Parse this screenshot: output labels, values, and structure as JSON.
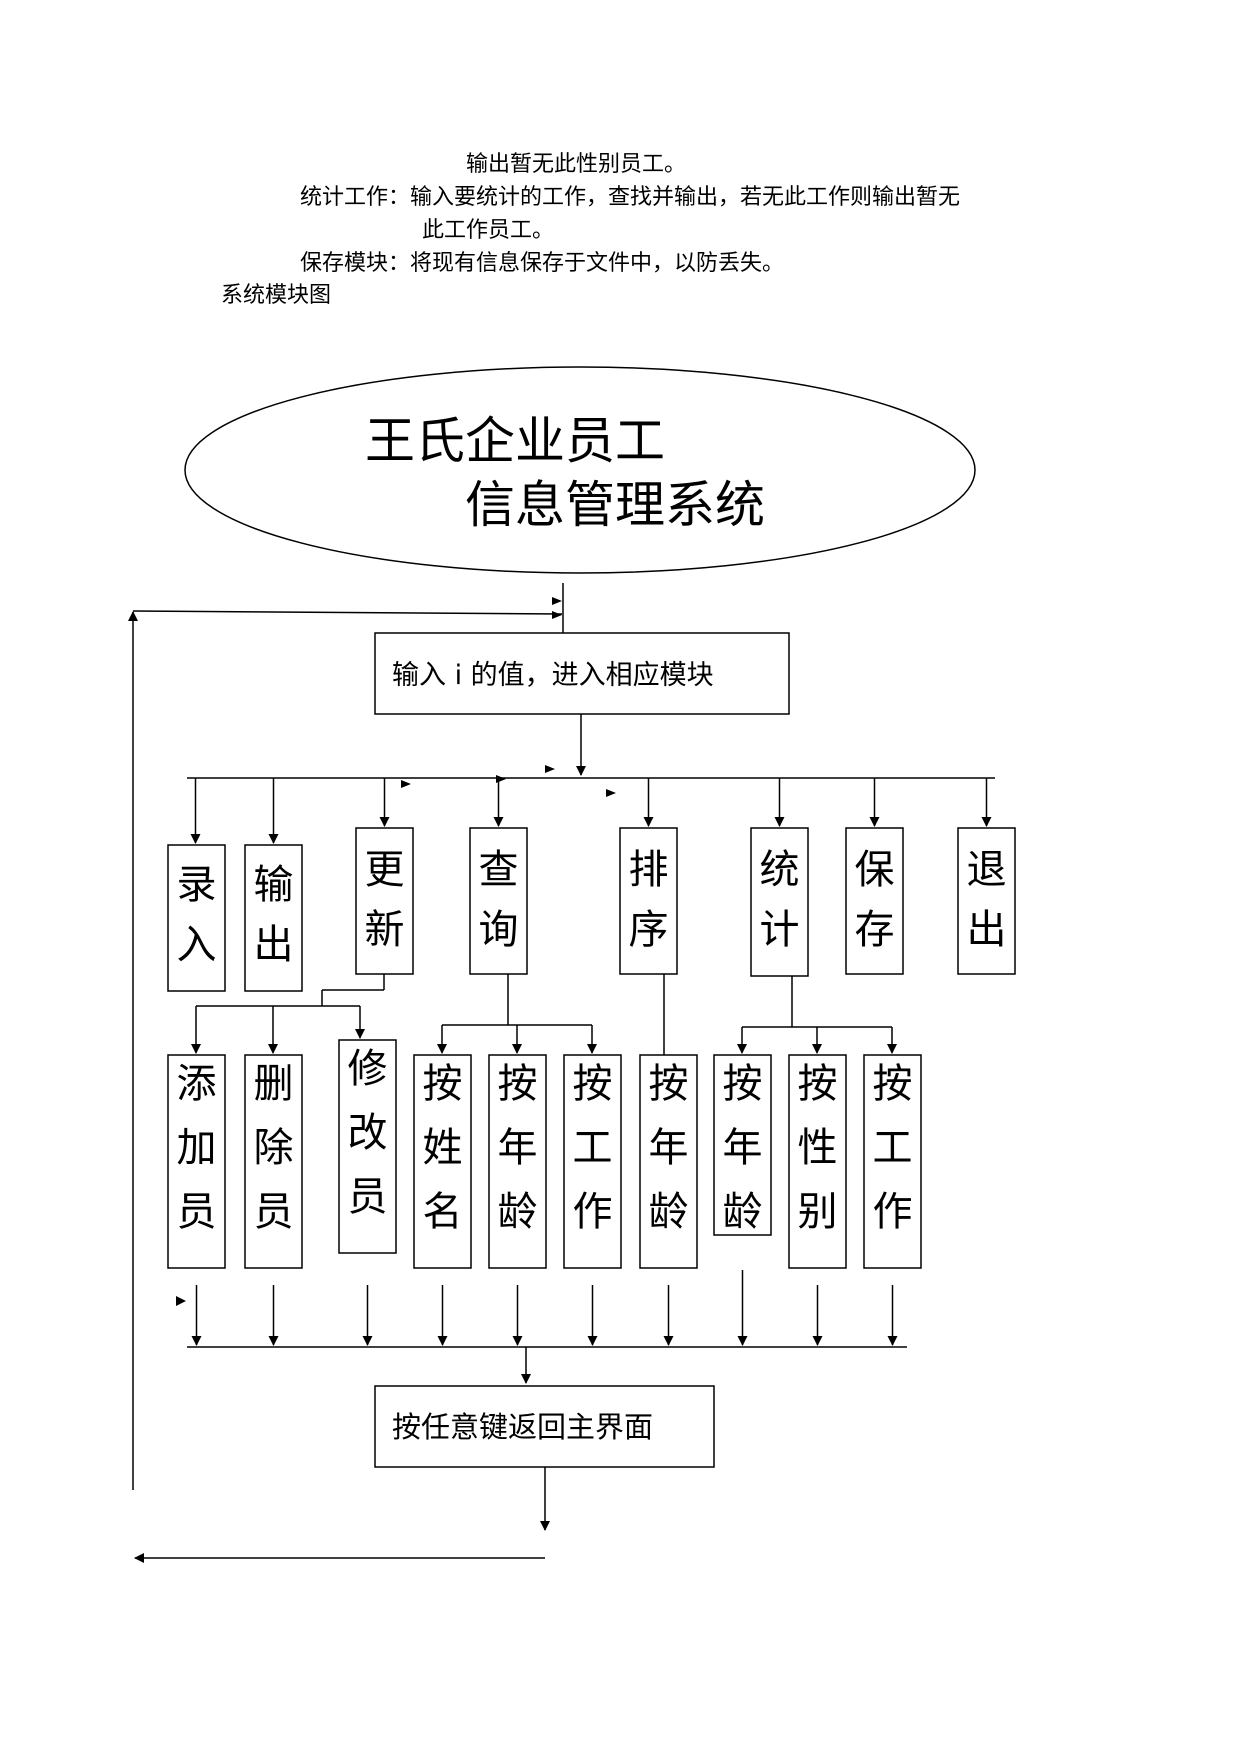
{
  "text_lines": [
    "输出暂无此性别员工。",
    "统计工作：输入要统计的工作，查找并输出，若无此工作则输出暂无",
    "此工作员工。",
    "保存模块：将现有信息保存于文件中，以防丢失。",
    "系统模块图"
  ],
  "diagram": {
    "title_line1": "王氏企业员工",
    "title_line2": "信息管理系统",
    "input_box": "输入 i 的值，进入相应模块",
    "return_box": "按任意键返回主界面",
    "modules": [
      {
        "label": "录入",
        "chars": [
          "录",
          "入"
        ]
      },
      {
        "label": "输出",
        "chars": [
          "输",
          "出"
        ]
      },
      {
        "label": "更新",
        "chars": [
          "更",
          "新"
        ]
      },
      {
        "label": "查询",
        "chars": [
          "查",
          "询"
        ]
      },
      {
        "label": "排序",
        "chars": [
          "排",
          "序"
        ]
      },
      {
        "label": "统计",
        "chars": [
          "统",
          "计"
        ]
      },
      {
        "label": "保存",
        "chars": [
          "保",
          "存"
        ]
      },
      {
        "label": "退出",
        "chars": [
          "退",
          "出"
        ]
      }
    ],
    "submodules": [
      {
        "label": "添加员",
        "chars": [
          "添",
          "加",
          "员"
        ]
      },
      {
        "label": "删除员",
        "chars": [
          "删",
          "除",
          "员"
        ]
      },
      {
        "label": "修改员",
        "chars": [
          "修",
          "改",
          "员"
        ]
      },
      {
        "label": "按姓名",
        "chars": [
          "按",
          "姓",
          "名"
        ]
      },
      {
        "label": "按年龄",
        "chars": [
          "按",
          "年",
          "龄"
        ]
      },
      {
        "label": "按工作",
        "chars": [
          "按",
          "工",
          "作"
        ]
      },
      {
        "label": "按年龄",
        "chars": [
          "按",
          "年",
          "龄"
        ]
      },
      {
        "label": "按年龄",
        "chars": [
          "按",
          "年",
          "龄"
        ]
      },
      {
        "label": "按性别",
        "chars": [
          "按",
          "性",
          "别"
        ]
      },
      {
        "label": "按工作",
        "chars": [
          "按",
          "工",
          "作"
        ]
      }
    ]
  }
}
